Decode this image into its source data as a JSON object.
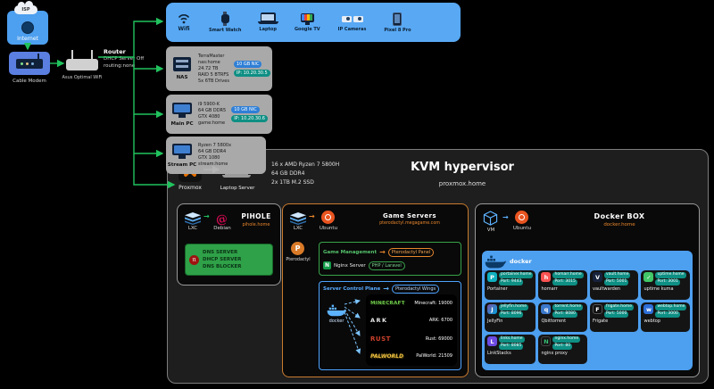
{
  "internet": {
    "isp": "ISP",
    "label": "Internet"
  },
  "modem": {
    "label": "Cable Modem"
  },
  "router": {
    "name": "Router",
    "line2": "DHCP Server Off",
    "line3": "routing:none",
    "caption": "Asus Optimal WiFi"
  },
  "wifi": {
    "label": "Wifi",
    "devices": [
      {
        "name": "Smart Watch"
      },
      {
        "name": "Laptop"
      },
      {
        "name": "Google TV"
      },
      {
        "name": "IP Cameras"
      },
      {
        "name": "Pixel 8 Pro"
      }
    ]
  },
  "nas": {
    "label": "NAS",
    "specs": [
      "TerraMaster",
      "nas:home",
      "24.72 TB",
      "RAID 5 BTRFS",
      "5x 6TB Drives"
    ],
    "badge_nic": "10 GB NIC",
    "badge_ip": "IP: 10.20.30.5"
  },
  "main_pc": {
    "label": "Main PC",
    "specs": [
      "i9 5900-K",
      "64 GB DDR5",
      "GTX 4080",
      "game:home"
    ],
    "badge_nic": "10 GB NIC",
    "badge_ip": "IP: 10.20.30.6"
  },
  "stream_pc": {
    "label": "Stream PC",
    "specs": [
      "Ryzen 7 5800x",
      "64 GB DDR4",
      "GTX 1080",
      "stream:home"
    ]
  },
  "kvm": {
    "title": "KVM hypervisor",
    "subtitle": "proxmox.home",
    "proxmox_label": "Proxmox",
    "laptop_label": "Laptop Server",
    "specs": [
      "16 x AMD Ryzen 7 5800H",
      "64 GB DDR4",
      "2x 1TB M.2 SSD"
    ]
  },
  "pihole": {
    "runtime": "LXC",
    "os": "Debian",
    "title": "PIHOLE",
    "subtitle": "pihole.home",
    "services": [
      "DNS SERVER",
      "DHCP SERVER",
      "DNS BLOCKER"
    ]
  },
  "game": {
    "runtime": "LXC",
    "os": "Ubuntu",
    "title": "Game Servers",
    "subtitle": "pterodactyl.megagame.com",
    "platform": "Pterodactyl",
    "management_label": "Game Management",
    "management_target": "Pterodactyl Panel",
    "nginx_label": "Nginx Server",
    "nginx_badge": "PHP / Laravel",
    "control_label": "Server Control Plane",
    "control_target": "Pterodactyl Wings",
    "docker_label": "docker",
    "games": [
      {
        "logo": "MINECRAFT",
        "port": "Minecraft: 19000"
      },
      {
        "logo": "ARK",
        "port": "ARK: 6700"
      },
      {
        "logo": "RUST",
        "port": "Rust: 69000"
      },
      {
        "logo": "PALWORLD",
        "port": "PalWorld: 21509"
      }
    ]
  },
  "docker_box": {
    "runtime": "VM",
    "os": "Ubuntu",
    "title": "Docker BOX",
    "subtitle": "docker.home",
    "docker_label": "docker",
    "services": [
      {
        "name": "Portainer",
        "host": "portainer.home",
        "port": "Port: 9443"
      },
      {
        "name": "homarr",
        "host": "homarr.home",
        "port": "Port: 3015"
      },
      {
        "name": "vaultwarden",
        "host": "vault.home",
        "port": "Port: 5001"
      },
      {
        "name": "uptime kuma",
        "host": "uptime.home",
        "port": "Port: 3001"
      },
      {
        "name": "JellyFin",
        "host": "jellyfin.home",
        "port": "Port: 8096"
      },
      {
        "name": "Qbittorrent",
        "host": "torrent.home",
        "port": "Port: 8080"
      },
      {
        "name": "Frigate",
        "host": "frigate.home",
        "port": "Port: 5000"
      },
      {
        "name": "webtop",
        "host": "webtop.home",
        "port": "Port: 3000"
      },
      {
        "name": "LinkStacks",
        "host": "links.home",
        "port": "Port: 8085"
      },
      {
        "name": "nginx proxy",
        "host": "nginx.home",
        "port": "Port: 80"
      }
    ]
  }
}
